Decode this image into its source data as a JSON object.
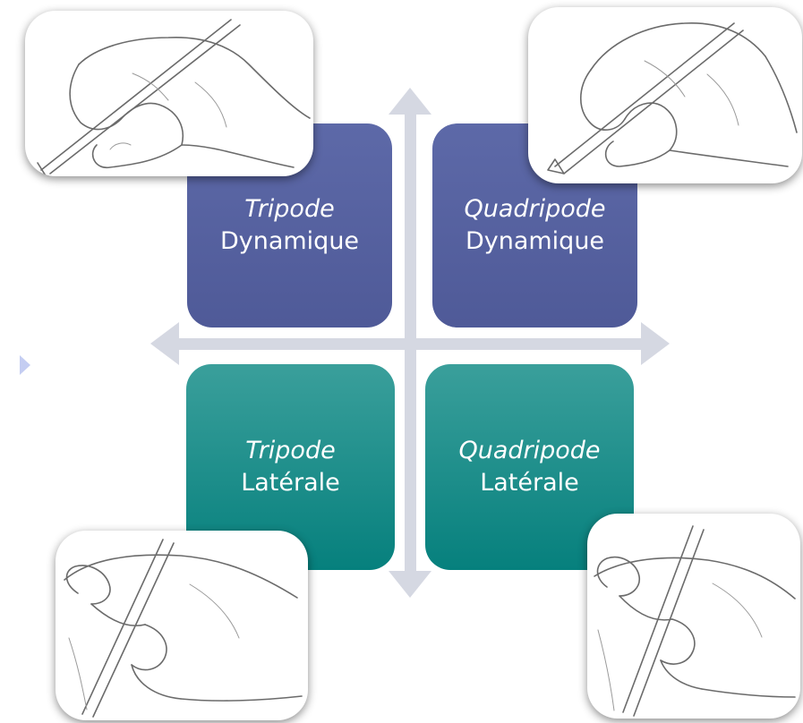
{
  "quadrants": {
    "top_left": {
      "line1": "Tripode",
      "line2": "Dynamique"
    },
    "top_right": {
      "line1": "Quadripode",
      "line2": "Dynamique"
    },
    "bottom_left": {
      "line1": "Tripode",
      "line2": "Latérale"
    },
    "bottom_right": {
      "line1": "Quadripode",
      "line2": "Latérale"
    }
  },
  "colors": {
    "dynamic_box": "#5560a0",
    "lateral_box": "#0a8a86",
    "axis": "#d5d8e2",
    "marker": "#c4cdf2"
  }
}
